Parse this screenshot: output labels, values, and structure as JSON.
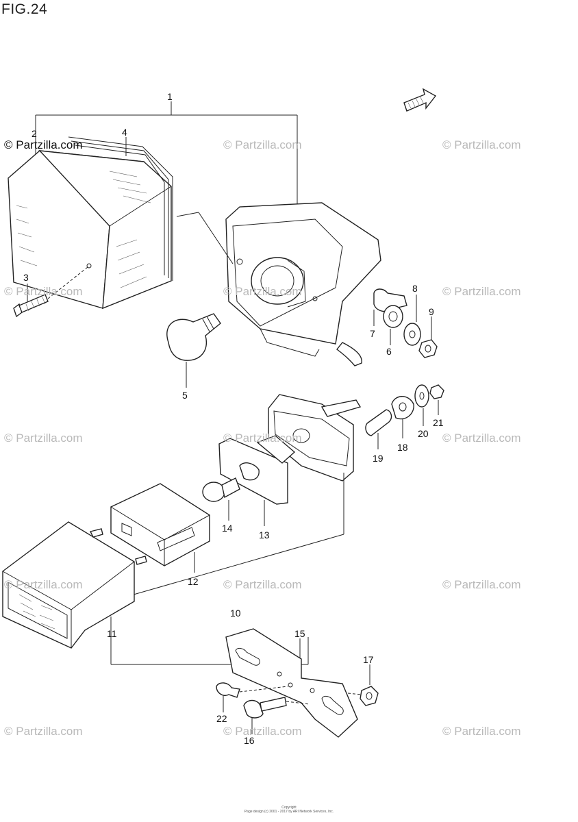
{
  "figure_title": "FIG.24",
  "watermark_text": "© Partzilla.com",
  "callouts": [
    "1",
    "2",
    "3",
    "4",
    "5",
    "6",
    "7",
    "8",
    "9",
    "10",
    "11",
    "12",
    "13",
    "14",
    "15",
    "16",
    "17",
    "18",
    "19",
    "20",
    "21",
    "22"
  ],
  "footer": {
    "line1": "Copyright",
    "line2": "Page design (c) 2001 - 2017 by ARI Network Services, Inc."
  },
  "colors": {
    "line": "#222222",
    "watermark": "#b9b9b9",
    "background": "#ffffff"
  },
  "icons": [
    "front-arrow-icon"
  ]
}
